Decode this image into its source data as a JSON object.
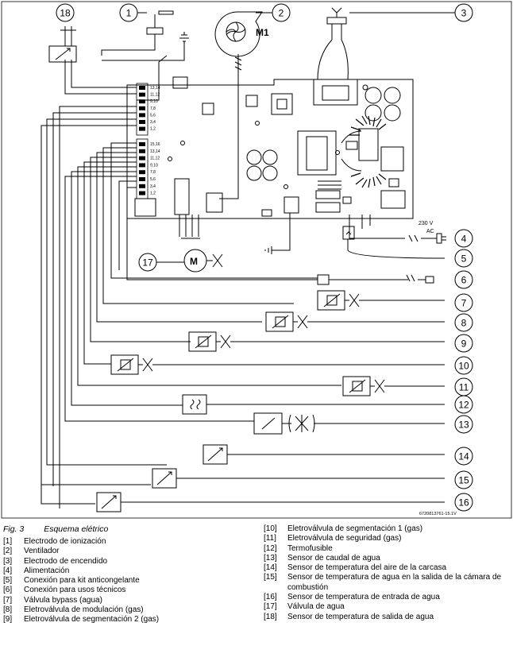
{
  "figure": {
    "number": "Fig. 3",
    "title": "Esquema elétrico",
    "code": "6720813761-15.1V",
    "callouts": [
      "1",
      "2",
      "3",
      "4",
      "5",
      "6",
      "7",
      "8",
      "9",
      "10",
      "11",
      "12",
      "13",
      "14",
      "15",
      "16",
      "17",
      "18"
    ],
    "fan_label": "M1",
    "motor_label": "M",
    "power_voltage": "230 V",
    "power_ac": "AC",
    "connector_upper_pins": [
      "13,14",
      "11,12",
      "9,10",
      "7,8",
      "5,6",
      "3,4",
      "1,2"
    ],
    "connector_lower_pins": [
      "15,16",
      "13,14",
      "11,12",
      "9,10",
      "7,8",
      "5,6",
      "3,4",
      "1,2"
    ]
  },
  "legend": [
    {
      "num": "[1]",
      "text": "Electrodo de ionización"
    },
    {
      "num": "[2]",
      "text": "Ventilador"
    },
    {
      "num": "[3]",
      "text": "Electrodo de encendido"
    },
    {
      "num": "[4]",
      "text": "Alimentación"
    },
    {
      "num": "[5]",
      "text": "Conexión para kit anticongelante"
    },
    {
      "num": "[6]",
      "text": "Conexión para usos técnicos"
    },
    {
      "num": "[7]",
      "text": "Válvula bypass (agua)"
    },
    {
      "num": "[8]",
      "text": "Eletroválvula de modulación (gas)"
    },
    {
      "num": "[9]",
      "text": "Eletroválvula de segmentación 2 (gas)"
    },
    {
      "num": "[10]",
      "text": "Eletroválvula de segmentación 1 (gas)"
    },
    {
      "num": "[11]",
      "text": "Eletroválvula de seguridad (gas)"
    },
    {
      "num": "[12]",
      "text": "Termofusible"
    },
    {
      "num": "[13]",
      "text": "Sensor de caudal de agua"
    },
    {
      "num": "[14]",
      "text": "Sensor de temperatura del aire de la carcasa"
    },
    {
      "num": "[15]",
      "text": "Sensor de temperatura de agua en la salida de la cámara de combustión"
    },
    {
      "num": "[16]",
      "text": "Sensor de temperatura de entrada de agua"
    },
    {
      "num": "[17]",
      "text": "Válvula de agua"
    },
    {
      "num": "[18]",
      "text": "Sensor de temperatura de salida de agua"
    }
  ]
}
